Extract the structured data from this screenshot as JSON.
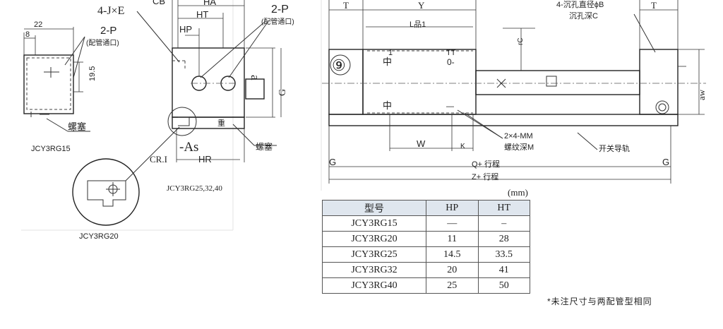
{
  "left_view": {
    "dim_8": "8",
    "dim_22": "22",
    "dim_19_5": "19.5",
    "port_label": "2-P",
    "port_sub": "(配管通口)",
    "plug_label": "螺塞",
    "model_caption": "JCY3RG15"
  },
  "detail_view": {
    "model_caption": "JCY3RG20"
  },
  "end_view": {
    "thread_label": "4-J×E",
    "cb_label": "CB",
    "ha_label": "HA",
    "ht_label": "HT",
    "hp_label": "HP",
    "port_label": "2-P",
    "port_sub": "(配管通口)",
    "g_label": "G",
    "as_label": "-As",
    "plug_label": "螺塞",
    "cr_label": "CR.I",
    "hr_label": "HR",
    "model_caption": "JCY3RG25,32,40",
    "weight_mark": "重",
    "a_label": "a"
  },
  "side_view": {
    "t_left": "T",
    "y_label": "Y",
    "counterbore_label": "4-沉孔直径ϕB",
    "counterbore_depth": "沉孔深C",
    "t_right": "T",
    "l_label": "L品1",
    "tc_label": "rC",
    "circled_nine": "⑨",
    "mark_1": "1",
    "mark_tt": "TT",
    "mark_zhong_top": "中",
    "mark_0": "0-",
    "mark_zhong_bottom": "中",
    "mark_dash": "—",
    "aw_label": "aw",
    "thread_holes": "2×4-MM",
    "thread_depth": "螺纹深M",
    "w_label": "W",
    "k_label": "K",
    "rail_label": "开关导轨",
    "g_left": "G",
    "g_right": "G",
    "q_stroke": "Q+ 行程",
    "z_stroke": "Z+ 行程"
  },
  "table": {
    "unit": "(mm)",
    "headers": [
      "型号",
      "HP",
      "HT"
    ],
    "rows": [
      [
        "JCY3RG15",
        "—",
        "–"
      ],
      [
        "JCY3RG20",
        "11",
        "28"
      ],
      [
        "JCY3RG25",
        "14.5",
        "33.5"
      ],
      [
        "JCY3RG32",
        "20",
        "41"
      ],
      [
        "JCY3RG40",
        "25",
        "50"
      ]
    ]
  },
  "footnote": "*未注尺寸与两配管型相同"
}
